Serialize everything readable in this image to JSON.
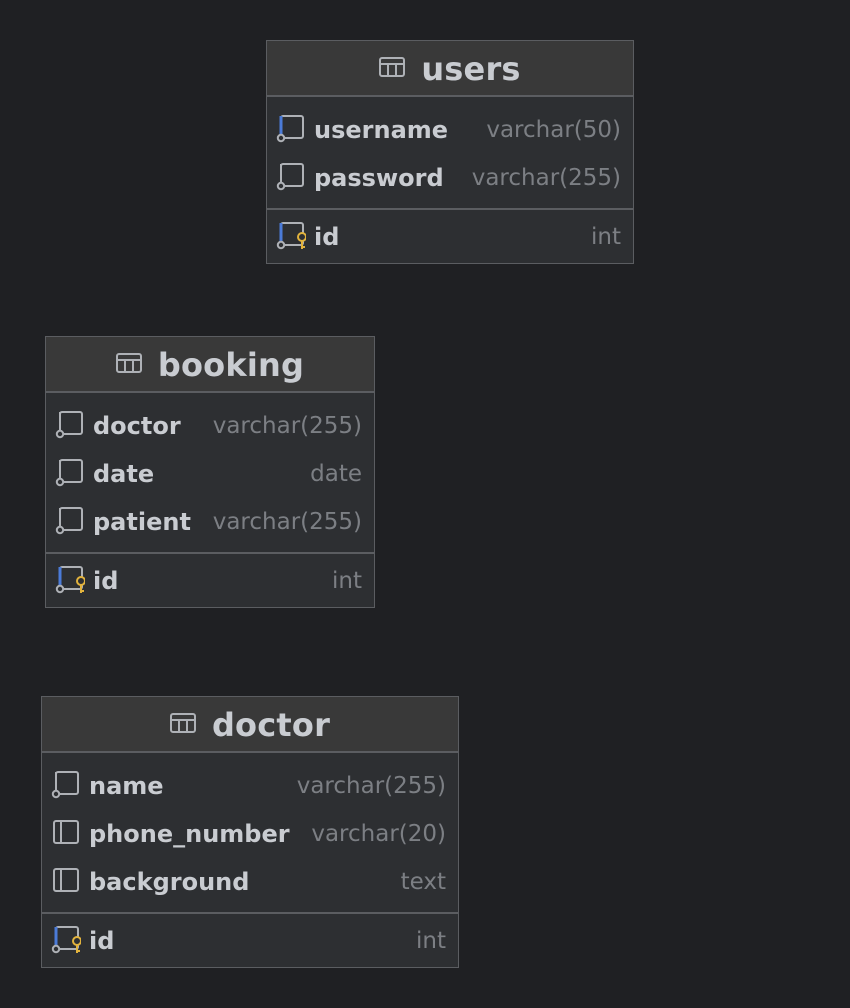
{
  "colors": {
    "background": "#1f2023",
    "entity_body": "#2d2f32",
    "entity_header": "#393939",
    "border": "#5b5d61",
    "column_name": "#c9ccd1",
    "column_type": "#7c7f84",
    "foreign_key_accent": "#4b7bd8",
    "primary_key_accent": "#e2b33d"
  },
  "entities": {
    "users": {
      "title": "users",
      "icon": "table-icon",
      "columns": [
        {
          "name": "username",
          "type": "varchar(50)",
          "icon": "foreign-key-column-icon"
        },
        {
          "name": "password",
          "type": "varchar(255)",
          "icon": "nullable-column-icon"
        }
      ],
      "keys": [
        {
          "name": "id",
          "type": "int",
          "icon": "primary-key-column-icon"
        }
      ]
    },
    "booking": {
      "title": "booking",
      "icon": "table-icon",
      "columns": [
        {
          "name": "doctor",
          "type": "varchar(255)",
          "icon": "nullable-column-icon"
        },
        {
          "name": "date",
          "type": "date",
          "icon": "nullable-column-icon"
        },
        {
          "name": "patient",
          "type": "varchar(255)",
          "icon": "nullable-column-icon"
        }
      ],
      "keys": [
        {
          "name": "id",
          "type": "int",
          "icon": "primary-key-column-icon"
        }
      ]
    },
    "doctor": {
      "title": "doctor",
      "icon": "table-icon",
      "columns": [
        {
          "name": "name",
          "type": "varchar(255)",
          "icon": "nullable-column-icon"
        },
        {
          "name": "phone_number",
          "type": "varchar(20)",
          "icon": "column-icon"
        },
        {
          "name": "background",
          "type": "text",
          "icon": "column-icon"
        }
      ],
      "keys": [
        {
          "name": "id",
          "type": "int",
          "icon": "primary-key-column-icon"
        }
      ]
    }
  }
}
